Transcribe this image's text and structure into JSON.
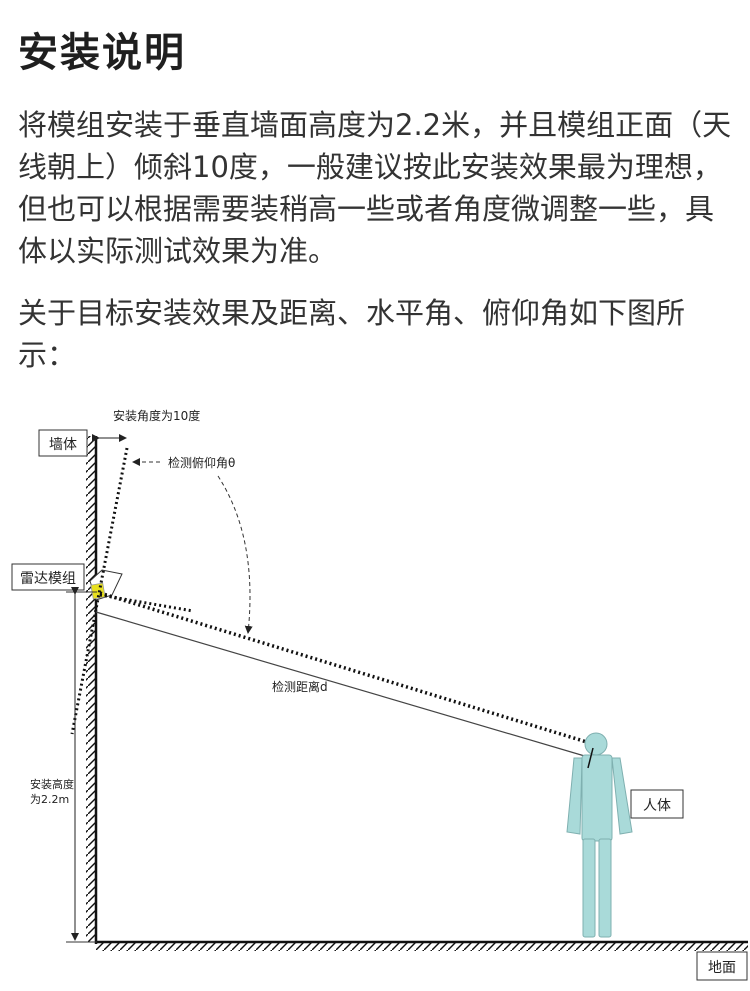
{
  "title": "安装说明",
  "paragraph1": "将模组安装于垂直墙面高度为2.2米，并且模组正面（天线朝上）倾斜10度，一般建议按此安装效果最为理想，但也可以根据需要装稍高一些或者角度微调整一些，具体以实际测试效果为准。",
  "paragraph2": "关于目标安装效果及距离、水平角、俯仰角如下图所示：",
  "diagram": {
    "install_angle": "安装角度为10度",
    "wall": "墙体",
    "pitch_angle": "检测俯仰角θ",
    "radar_module": "雷达模组",
    "distance": "检测距离d",
    "height_line1": "安装高度",
    "height_line2": "为2.2m",
    "person": "人体",
    "ground": "地面"
  }
}
